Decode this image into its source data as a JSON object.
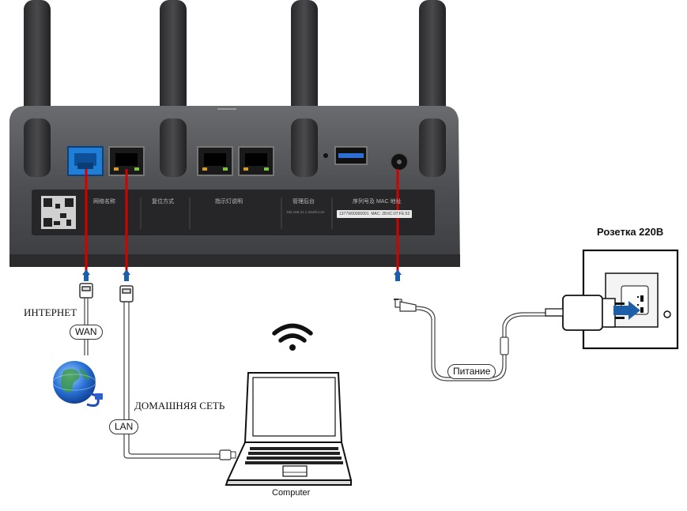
{
  "labels": {
    "socket": "Розетка 220В",
    "internet": "ИНТЕРНЕТ",
    "wan": "WAN",
    "home_network": "ДОМАШНЯЯ СЕТЬ",
    "lan": "LAN",
    "power": "Питание",
    "computer": "Computer"
  },
  "router_panel": {
    "headers": [
      "网络名称",
      "复位方式",
      "指示灯说明",
      "管理后台",
      "序列号及 MAC 地址"
    ],
    "serial": "13779/00000001",
    "mac": "MAC: 28:6C:07:FE:52",
    "admin_url": "192.168.31.1 miwifi.com"
  },
  "colors": {
    "wan_port": "#1f7fd6",
    "connector_line": "#d40000",
    "router_body": "#505153",
    "panel": "#262628"
  },
  "icons": [
    "wifi-icon",
    "globe-icon",
    "laptop-icon",
    "power-socket-icon",
    "power-adapter-icon"
  ]
}
